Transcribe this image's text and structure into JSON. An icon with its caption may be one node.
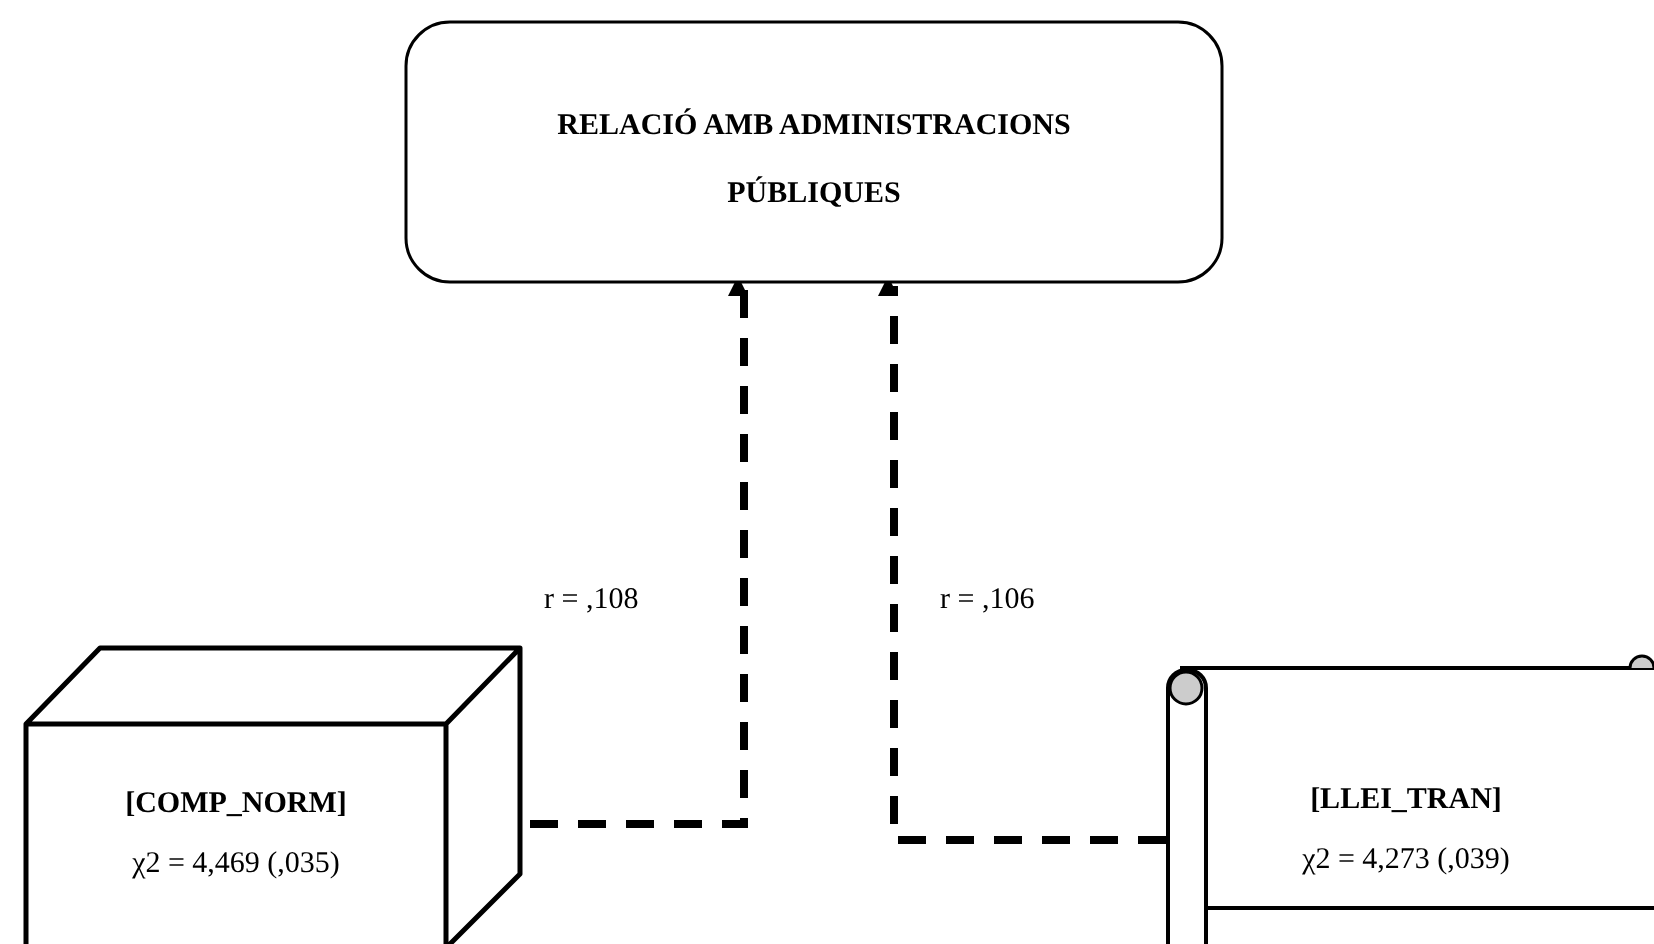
{
  "diagram": {
    "nodes": [
      {
        "text": [
          "RELACIÓ AMB ADMINISTRACIONS PÚBLIQUES"
        ]
      },
      {
        "text": [
          "[COMP_NORM]",
          "χ2 = 4,469 (,035)"
        ]
      },
      {
        "text": [
          "[LLEI_TRAN]",
          "χ2 = 4,273 (,039)"
        ]
      }
    ],
    "edges": [
      {
        "from": 1,
        "to": 0,
        "arrow": "to",
        "label": "r = ,108",
        "style": "dashed"
      },
      {
        "from": 2,
        "to": 0,
        "arrow": "to",
        "label": "r = ,106",
        "style": "dashed"
      }
    ]
  }
}
